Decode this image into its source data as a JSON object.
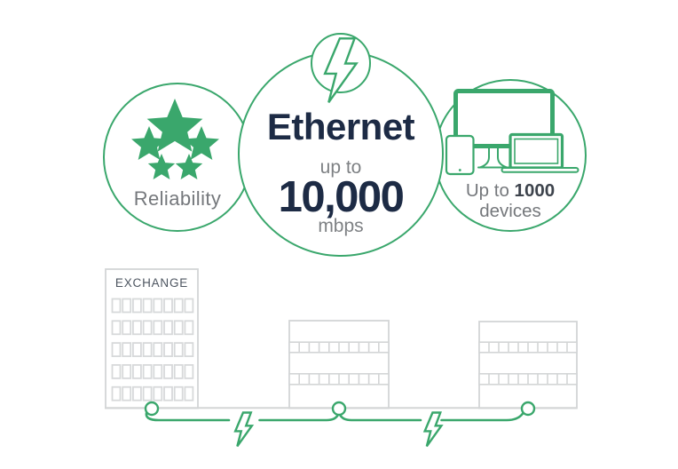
{
  "colors": {
    "green": "#3aa76c",
    "navy": "#1d2b45",
    "gray_text": "#75787c",
    "dark_count_text": "#3d434c",
    "slate_label": "#4d5560",
    "light_gray_outline": "#d3d5d6"
  },
  "badges": {
    "reliability": {
      "label": "Reliability",
      "icon": "five-stars-icon"
    },
    "ethernet": {
      "title": "Ethernet",
      "qualifier": "up to",
      "speed": "10,000",
      "unit": "mbps",
      "icon": "lightning-bolt-icon"
    },
    "devices": {
      "prefix": "Up to",
      "count": "1000",
      "suffix": "devices",
      "icon": "devices-icon"
    }
  },
  "diagram": {
    "exchange_label": "EXCHANGE"
  }
}
